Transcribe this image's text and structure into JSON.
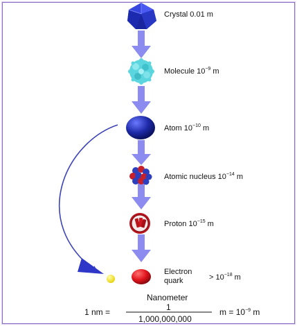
{
  "colors": {
    "arrow": "#8b8bf0",
    "crystal": "#2433c9",
    "molecule": "#5bd6df",
    "atom": "#1d2aa8",
    "nucleus_red": "#c8202a",
    "nucleus_blue": "#2b3fbf",
    "proton": "#b8141c",
    "electron": "#f0e21a",
    "quark": "#e0141c",
    "curve": "#3d44b8",
    "frame": "#8a6fc4"
  },
  "levels": {
    "crystal": {
      "name": "Crystal",
      "value": "0.01 m"
    },
    "molecule": {
      "name": "Molecule",
      "base": "10",
      "exp": "−9",
      "unit": "m"
    },
    "atom": {
      "name": "Atom",
      "base": "10",
      "exp": "−10",
      "unit": "m"
    },
    "nucleus": {
      "name": "Atomic nucleus",
      "base": "10",
      "exp": "−14",
      "unit": "m"
    },
    "proton": {
      "name": "Proton",
      "base": "10",
      "exp": "−15",
      "unit": "m"
    },
    "electron_quark": {
      "line1": "Electron",
      "line2": "quark",
      "prefix": "> 10",
      "exp": "−18",
      "unit": "m"
    }
  },
  "formula": {
    "lhs": "1 nm =",
    "title": "Nanometer",
    "numerator": "1",
    "denominator": "1,000,000,000",
    "unit": "m",
    "equals": "=",
    "rhs_base": "10",
    "rhs_exp": "−9",
    "rhs_unit": "m"
  }
}
